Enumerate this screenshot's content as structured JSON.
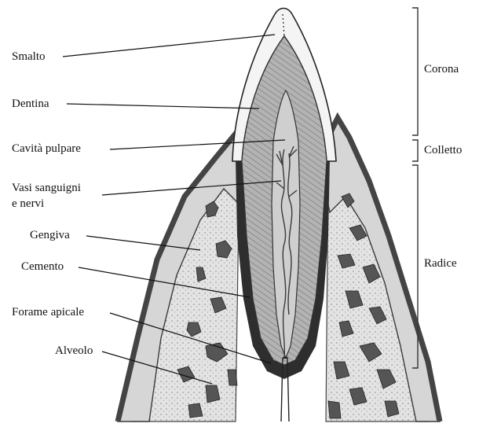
{
  "diagram": {
    "labels": {
      "smalto": "Smalto",
      "dentina": "Dentina",
      "cavita_pulpare": "Cavità pulpare",
      "vasi_line1": "Vasi sanguigni",
      "vasi_line2": "e nervi",
      "gengiva": "Gengiva",
      "cemento": "Cemento",
      "forame_apicale": "Forame apicale",
      "alveolo": "Alveolo"
    },
    "regions": {
      "corona": "Corona",
      "colletto": "Colletto",
      "radice": "Radice"
    }
  }
}
